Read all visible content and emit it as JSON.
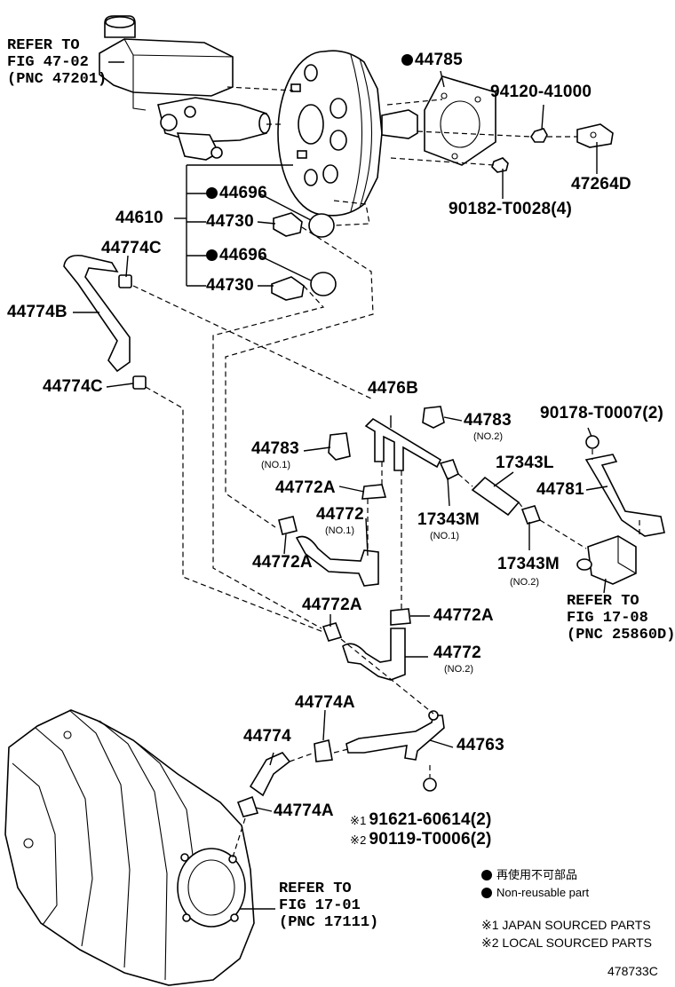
{
  "diagram": {
    "callouts": {
      "refer_master_cyl": "REFER TO\nFIG 47-02\n(PNC 47201)",
      "p_44785": "44785",
      "p_94120": "94120-41000",
      "p_47264d": "47264D",
      "p_90182": "90182-T0028(4)",
      "p_44696_a": "44696",
      "p_44730_a": "44730",
      "p_44610": "44610",
      "p_44696_b": "44696",
      "p_44730_b": "44730",
      "p_44774c_a": "44774C",
      "p_44774b": "44774B",
      "p_44774c_b": "44774C",
      "p_4476b": "4476B",
      "p_44783_no2": "44783",
      "p_44783_no2_sub": "(NO.2)",
      "p_90178": "90178-T0007(2)",
      "p_44783_no1": "44783",
      "p_44783_no1_sub": "(NO.1)",
      "p_17343l": "17343L",
      "p_44772a_a": "44772A",
      "p_44772_no1": "44772",
      "p_44772_no1_sub": "(NO.1)",
      "p_17343m_no1": "17343M",
      "p_17343m_no1_sub": "(NO.1)",
      "p_44781": "44781",
      "p_44772a_b": "44772A",
      "p_17343m_no2": "17343M",
      "p_17343m_no2_sub": "(NO.2)",
      "refer_vsv": "REFER TO\nFIG 17-08\n(PNC 25860D)",
      "p_44772a_c": "44772A",
      "p_44772a_d": "44772A",
      "p_44772_no2": "44772",
      "p_44772_no2_sub": "(NO.2)",
      "p_44774a_a": "44774A",
      "p_44774": "44774",
      "p_44763": "44763",
      "p_44774a_b": "44774A",
      "p_91621": "91621-60614(2)",
      "p_90119": "90119-T0006(2)",
      "mark_1": "※1",
      "mark_2": "※2",
      "refer_throttle": "REFER TO\nFIG 17-01\n(PNC 17111)"
    },
    "legend": {
      "non_reusable_jp": "再使用不可部品",
      "non_reusable_en": "Non-reusable part",
      "note_1": "※1 JAPAN SOURCED PARTS",
      "note_2": "※2 LOCAL SOURCED PARTS"
    },
    "figure_id": "478733C"
  }
}
